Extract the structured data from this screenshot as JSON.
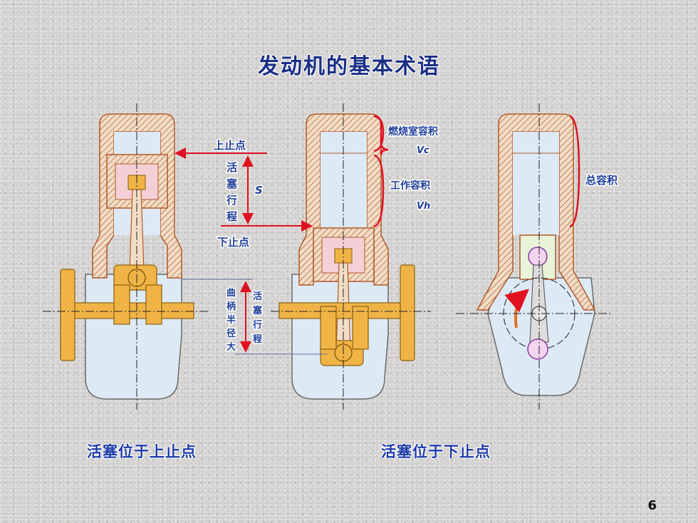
{
  "title": "发动机的基本术语",
  "labels": {
    "top_dead_center": "上止点",
    "bottom_dead_center": "下止点",
    "piston_stroke": [
      "活",
      "塞",
      "行",
      "程"
    ],
    "stroke_symbol": "S",
    "combustion_chamber_volume": "燃烧室容积",
    "combustion_symbol": "Vc",
    "working_volume": "工作容积",
    "working_symbol": "Vh",
    "total_volume": "总容积",
    "crank_radius": [
      "曲",
      "柄",
      "半",
      "径"
    ],
    "crank_prefix": "大",
    "stroke_vertical": [
      "活",
      "塞",
      "行",
      "程"
    ]
  },
  "captions": {
    "left": "活塞位于上止点",
    "right": "活塞位于下止点"
  },
  "page_number": "6",
  "colors": {
    "title": "#1a2f86",
    "caption": "#1d3aa8",
    "wall": "#f2ddc6",
    "wall_stroke": "#b05a2a",
    "cylinder": "#dde9f5",
    "crank": "#f0b446",
    "arrow": "#e01020"
  }
}
